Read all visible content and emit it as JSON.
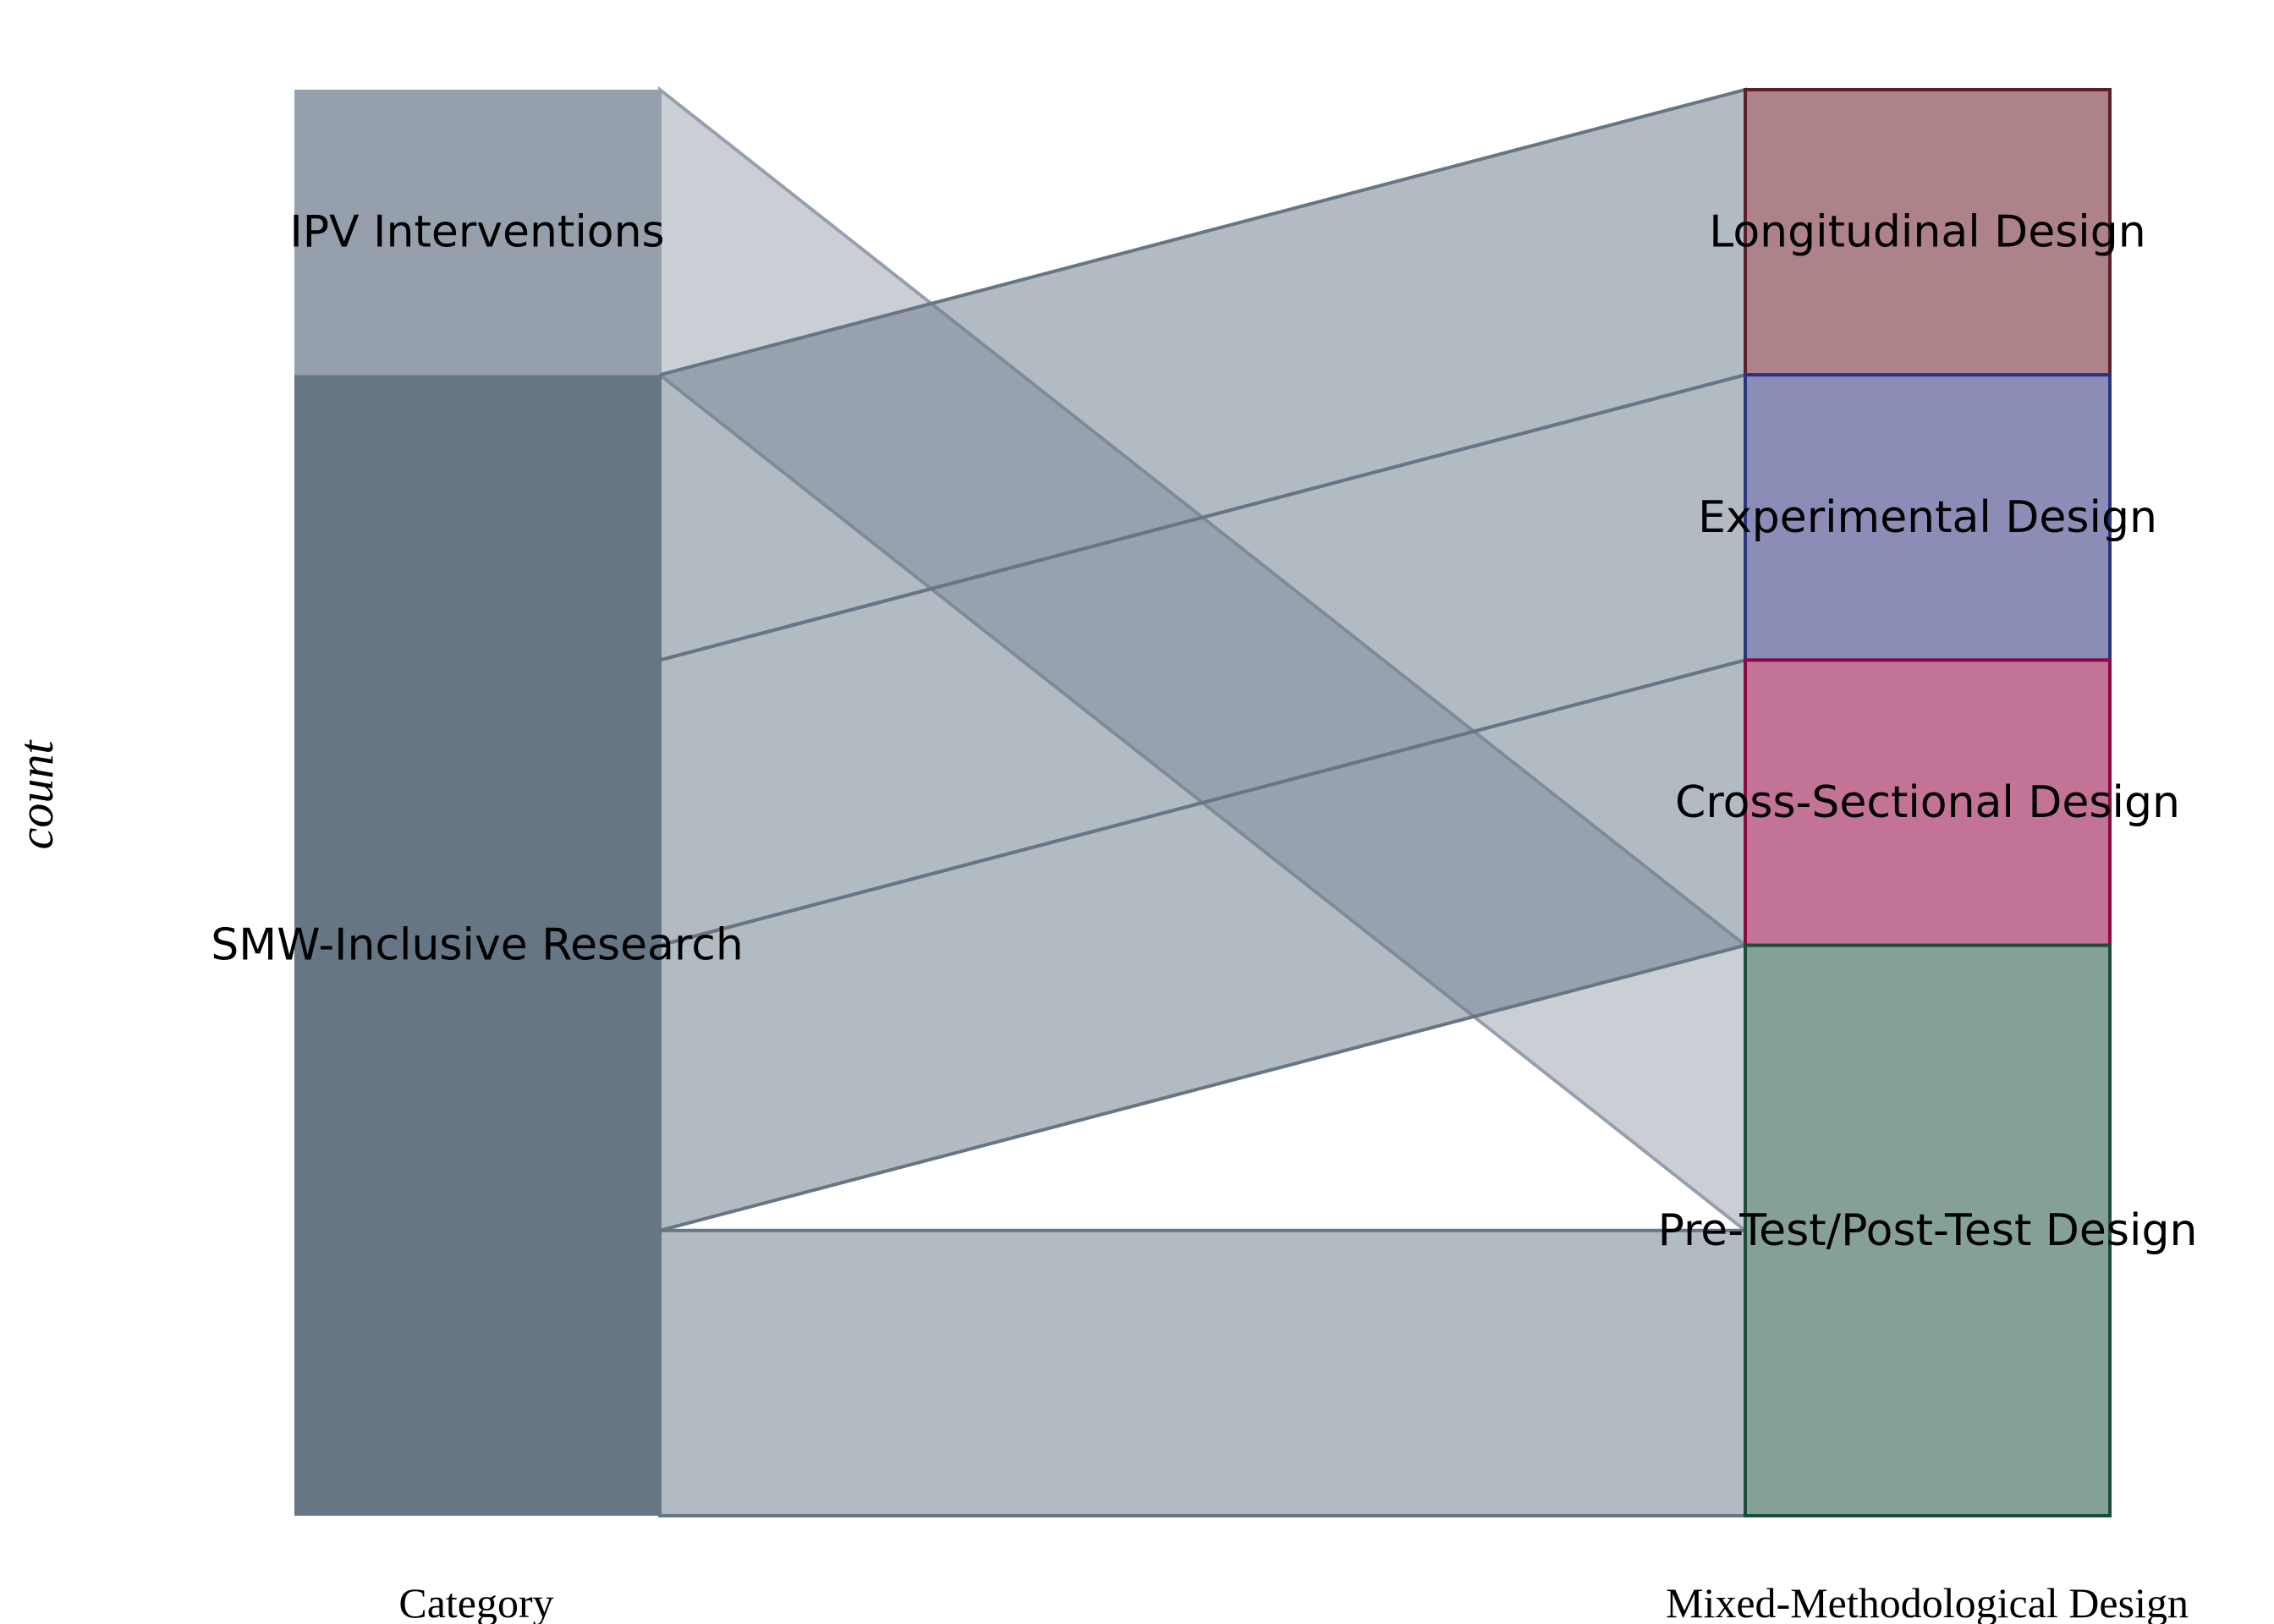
{
  "chart_data": {
    "type": "alluvial",
    "ylabel": "count",
    "axes": [
      {
        "label": "Category",
        "categories": [
          "IPV Interventions",
          "SMW-Inclusive Research"
        ]
      },
      {
        "label": "Mixed-Methodological Design",
        "categories": [
          "Longitudinal Design",
          "Experimental Design",
          "Cross-Sectional Design",
          "Pre-Test/Post-Test Design"
        ]
      }
    ],
    "flows": [
      {
        "from": "IPV Interventions",
        "to": "Pre-Test/Post-Test Design",
        "value": 1
      },
      {
        "from": "SMW-Inclusive Research",
        "to": "Longitudinal Design",
        "value": 1
      },
      {
        "from": "SMW-Inclusive Research",
        "to": "Experimental Design",
        "value": 1
      },
      {
        "from": "SMW-Inclusive Research",
        "to": "Cross-Sectional Design",
        "value": 1
      },
      {
        "from": "SMW-Inclusive Research",
        "to": "Pre-Test/Post-Test Design",
        "value": 1
      }
    ],
    "colors": {
      "IPV Interventions": "#96a0ad",
      "SMW-Inclusive Research": "#667685",
      "Longitudinal Design": {
        "fill": "#ad8289",
        "stroke": "#5c1f2e"
      },
      "Experimental Design": {
        "fill": "#8b8db7",
        "stroke": "#2a3580"
      },
      "Cross-Sectional Design": {
        "fill": "#c27396",
        "stroke": "#8a0a44"
      },
      "Pre-Test/Post-Test Design": {
        "fill": "#84a097",
        "stroke": "#1d4c3e"
      }
    }
  }
}
